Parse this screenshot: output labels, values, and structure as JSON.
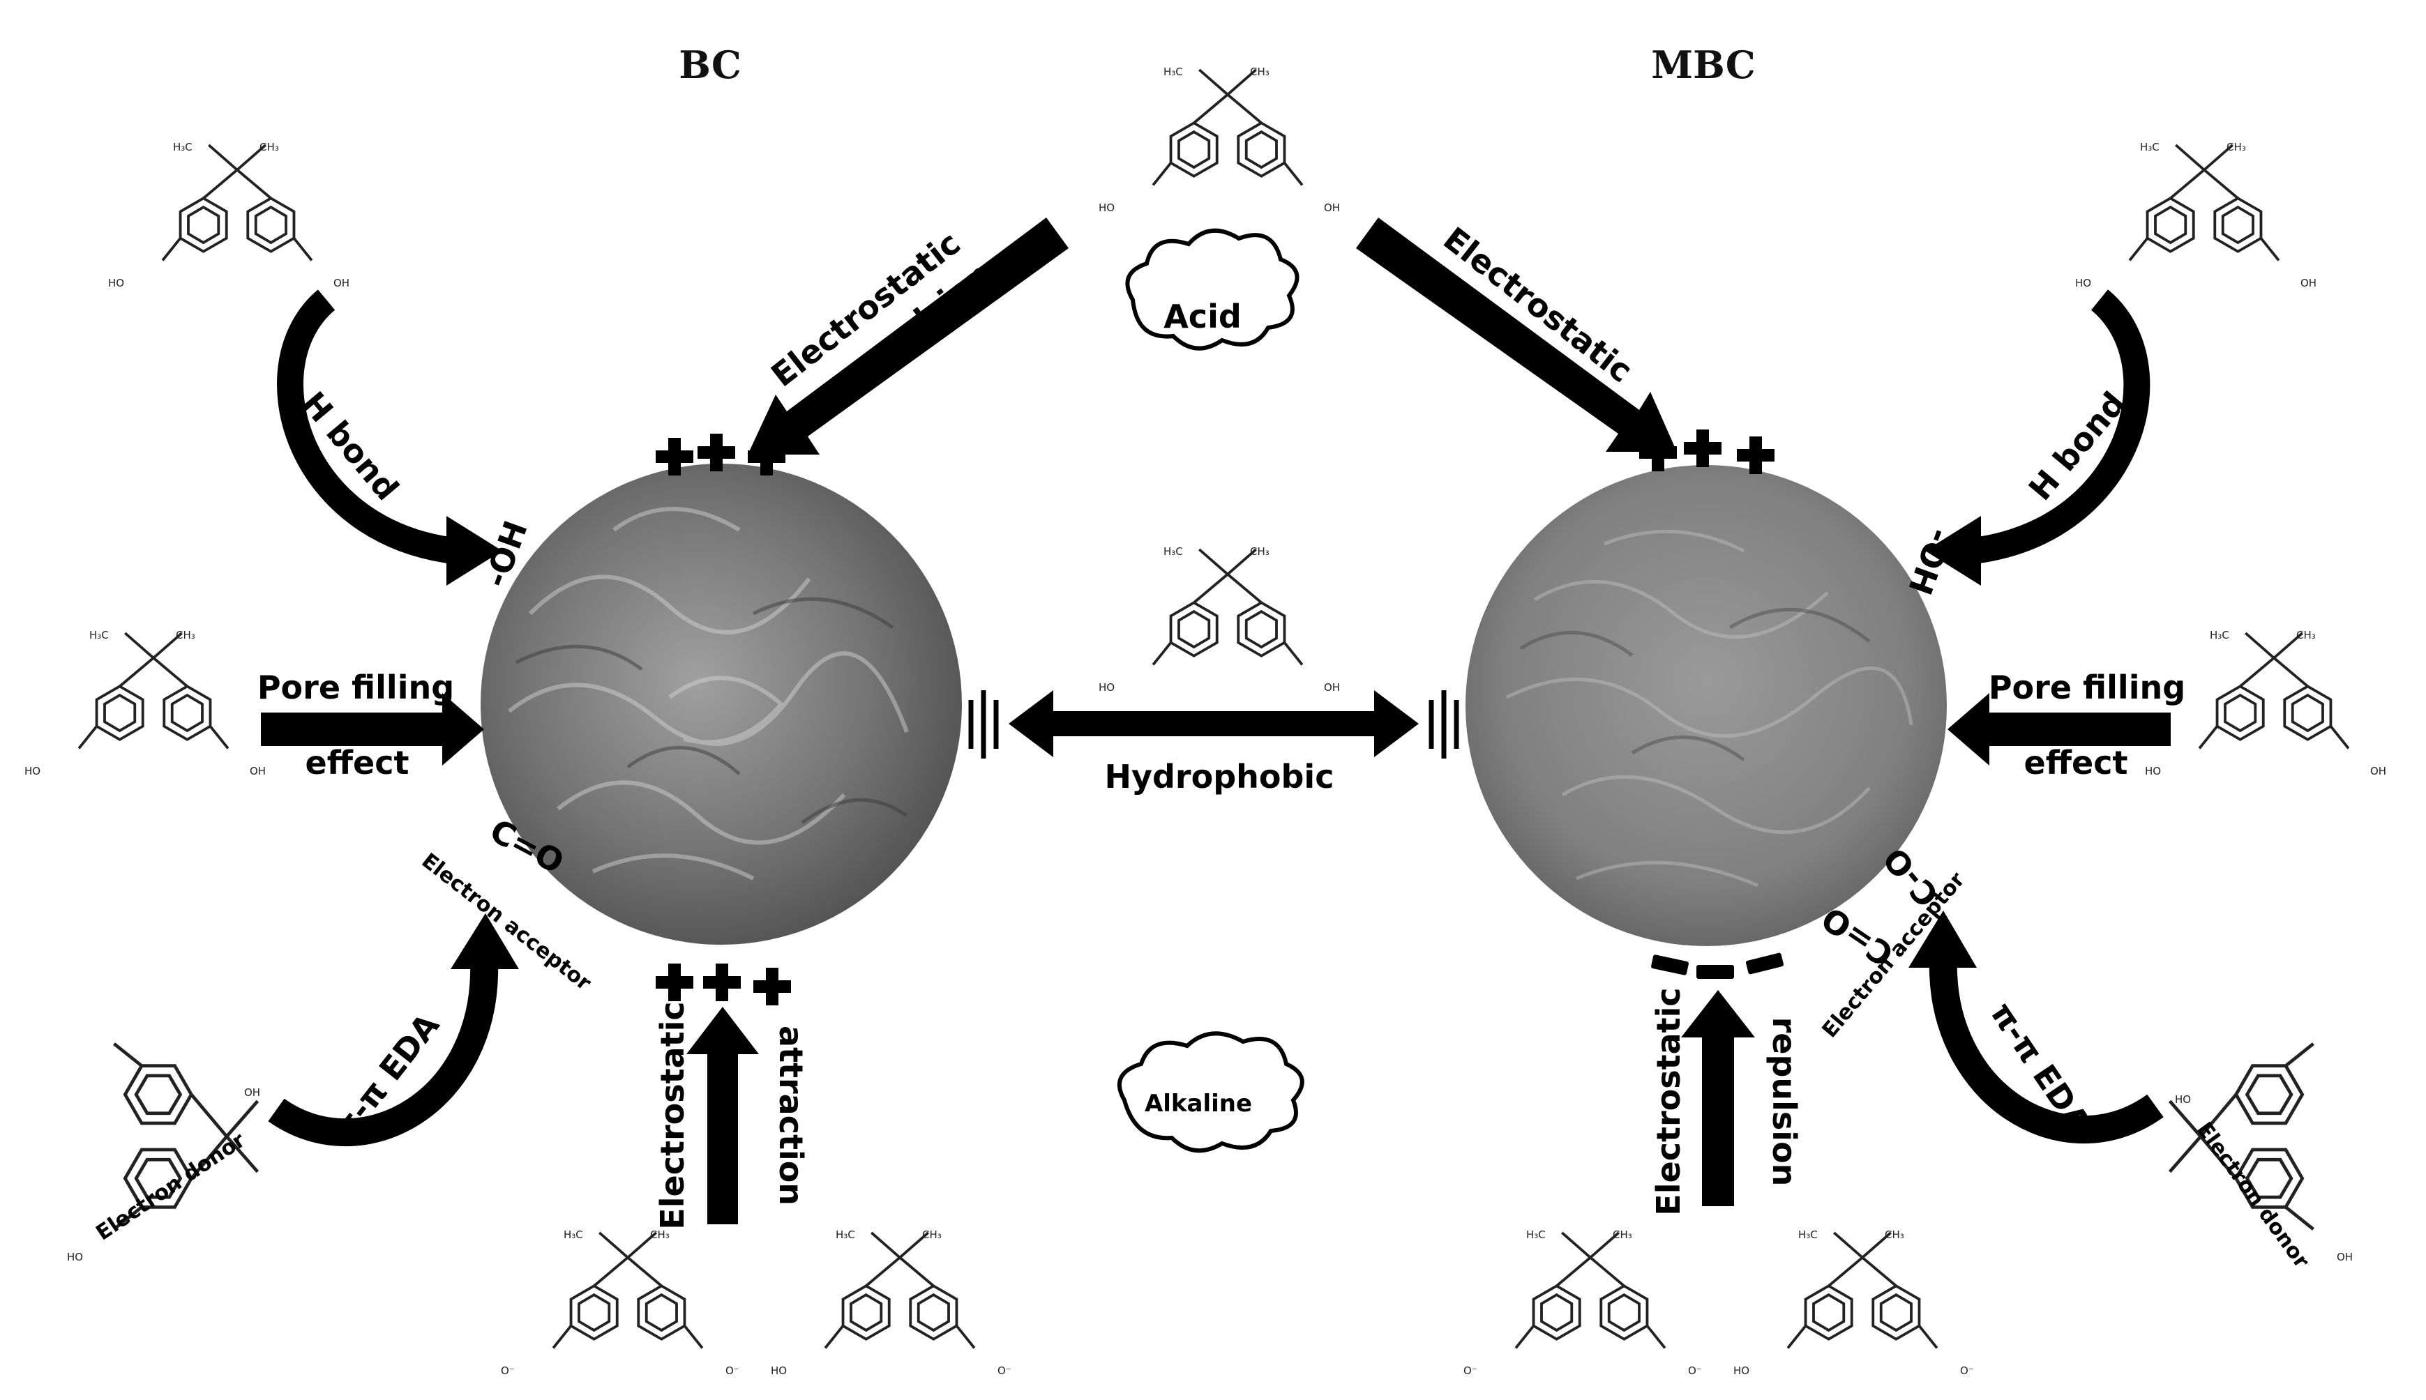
{
  "titles": {
    "left": "BC",
    "right": "MBC"
  },
  "conditions": {
    "acid": "Acid",
    "alkaline": "Alkaline"
  },
  "labels": {
    "electrostatic": "Electrostatic",
    "repulsion": "repulsion",
    "attraction": "attraction",
    "h_bond": "H bond",
    "oh_group": "-OH",
    "pore_filling": "Pore filling",
    "effect": "effect",
    "hydrophobic": "Hydrophobic",
    "pi_eda": "π-π EDA",
    "electron_acceptor": "Electron acceptor",
    "electron_donor": "Electron donor",
    "co_group": "C=O",
    "c_o_group": "C-O"
  },
  "molecule": {
    "h3c": "H₃C",
    "ch3": "CH₃",
    "oh": "OH",
    "ho": "HO",
    "o_minus": "O⁻"
  },
  "colors": {
    "ink": "#000000",
    "bc_surface": "#6f6f6f",
    "mbc_surface": "#808080"
  }
}
